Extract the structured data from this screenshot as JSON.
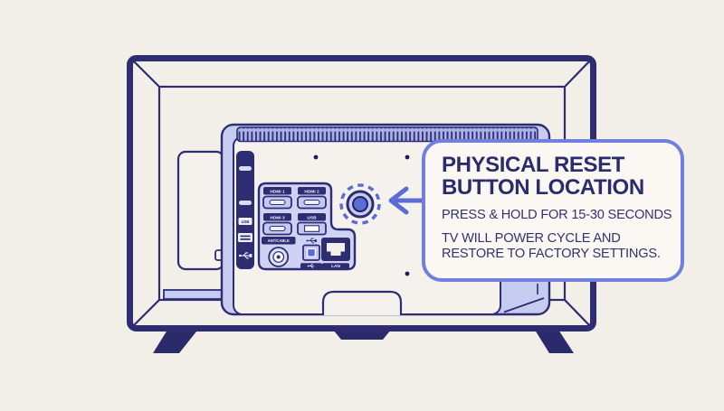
{
  "colors": {
    "background": "#f2efe9",
    "outline_navy": "#2e2d72",
    "fill_cream": "#f5f2ed",
    "lavender": "#c6cbf0",
    "panel_bg": "#ced3f4",
    "accent_purple": "#5c6cd6",
    "callout_border": "#7080dc",
    "callout_bg": "#fbf8f4",
    "text_navy": "#2b2c6e"
  },
  "callout": {
    "title_line1": "PHYSICAL RESET",
    "title_line2": "BUTTON LOCATION",
    "body1": "PRESS & HOLD FOR 15-30 SECONDS",
    "body2_line1": "TV WILL POWER CYCLE AND",
    "body2_line2": "RESTORE TO FACTORY SETTINGS."
  },
  "tv": {
    "ports": {
      "hdmi1": "HDMI 1",
      "hdmi2": "HDMI 2",
      "hdmi3": "HDMI 3",
      "usb": "USB",
      "ant_cable": "ANT/CABLE",
      "lan": "LAN"
    },
    "side_strip": {
      "usb_badge": "USB"
    }
  }
}
